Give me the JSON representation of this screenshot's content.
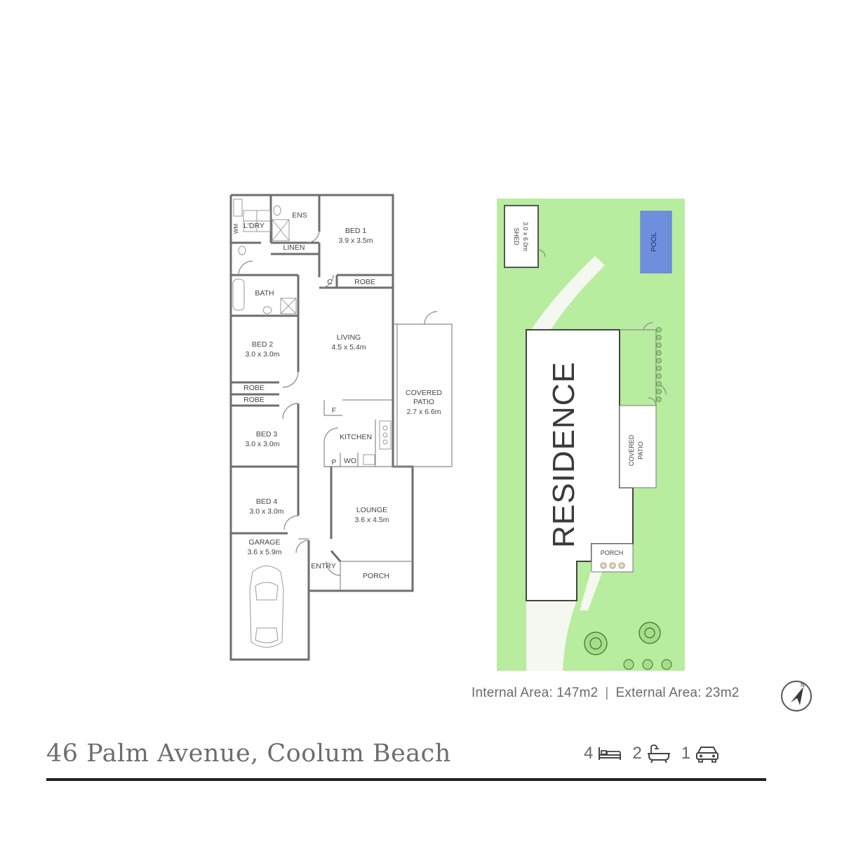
{
  "floorplan": {
    "rooms": {
      "ldry": "L'DRY",
      "wm": "WM",
      "ens": "ENS",
      "bed1_name": "BED 1",
      "bed1_size": "3.9 x 3.5m",
      "linen": "LINEN",
      "c": "C",
      "robe1": "ROBE",
      "bath": "BATH",
      "living_name": "LIVING",
      "living_size": "4.5 x 5.4m",
      "bed2_name": "BED 2",
      "bed2_size": "3.0 x 3.0m",
      "robe2": "ROBE",
      "robe3": "ROBE",
      "covered_patio_1": "COVERED",
      "covered_patio_2": "PATIO",
      "covered_patio_size": "2.7 x 6.6m",
      "f": "F",
      "kitchen": "KITCHEN",
      "bed3_name": "BED 3",
      "bed3_size": "3.0 x 3.0m",
      "p": "P",
      "wo": "WO",
      "bed4_name": "BED 4",
      "bed4_size": "3.0 x 3.0m",
      "lounge_name": "LOUNGE",
      "lounge_size": "3.6 x 4.5m",
      "garage_name": "GARAGE",
      "garage_size": "3.6 x 5.9m",
      "entry": "ENTRY",
      "porch": "PORCH"
    }
  },
  "siteplan": {
    "lawn_color": "#b8ec9e",
    "pool_color": "#6f8fde",
    "shed_1": "SHED",
    "shed_2": "3.0 x 6.0m",
    "pool": "POOL",
    "residence": "RESIDENCE",
    "covered_patio_1": "COVERED",
    "covered_patio_2": "PATIO",
    "porch": "PORCH"
  },
  "areas": {
    "internal": "Internal Area: 147m2",
    "separator": "|",
    "external": "External Area: 23m2"
  },
  "compass_icon": "north-arrow-icon",
  "address": "46 Palm Avenue, Coolum Beach",
  "stats": {
    "bedrooms": "4",
    "bathrooms": "2",
    "car_spaces": "1"
  }
}
